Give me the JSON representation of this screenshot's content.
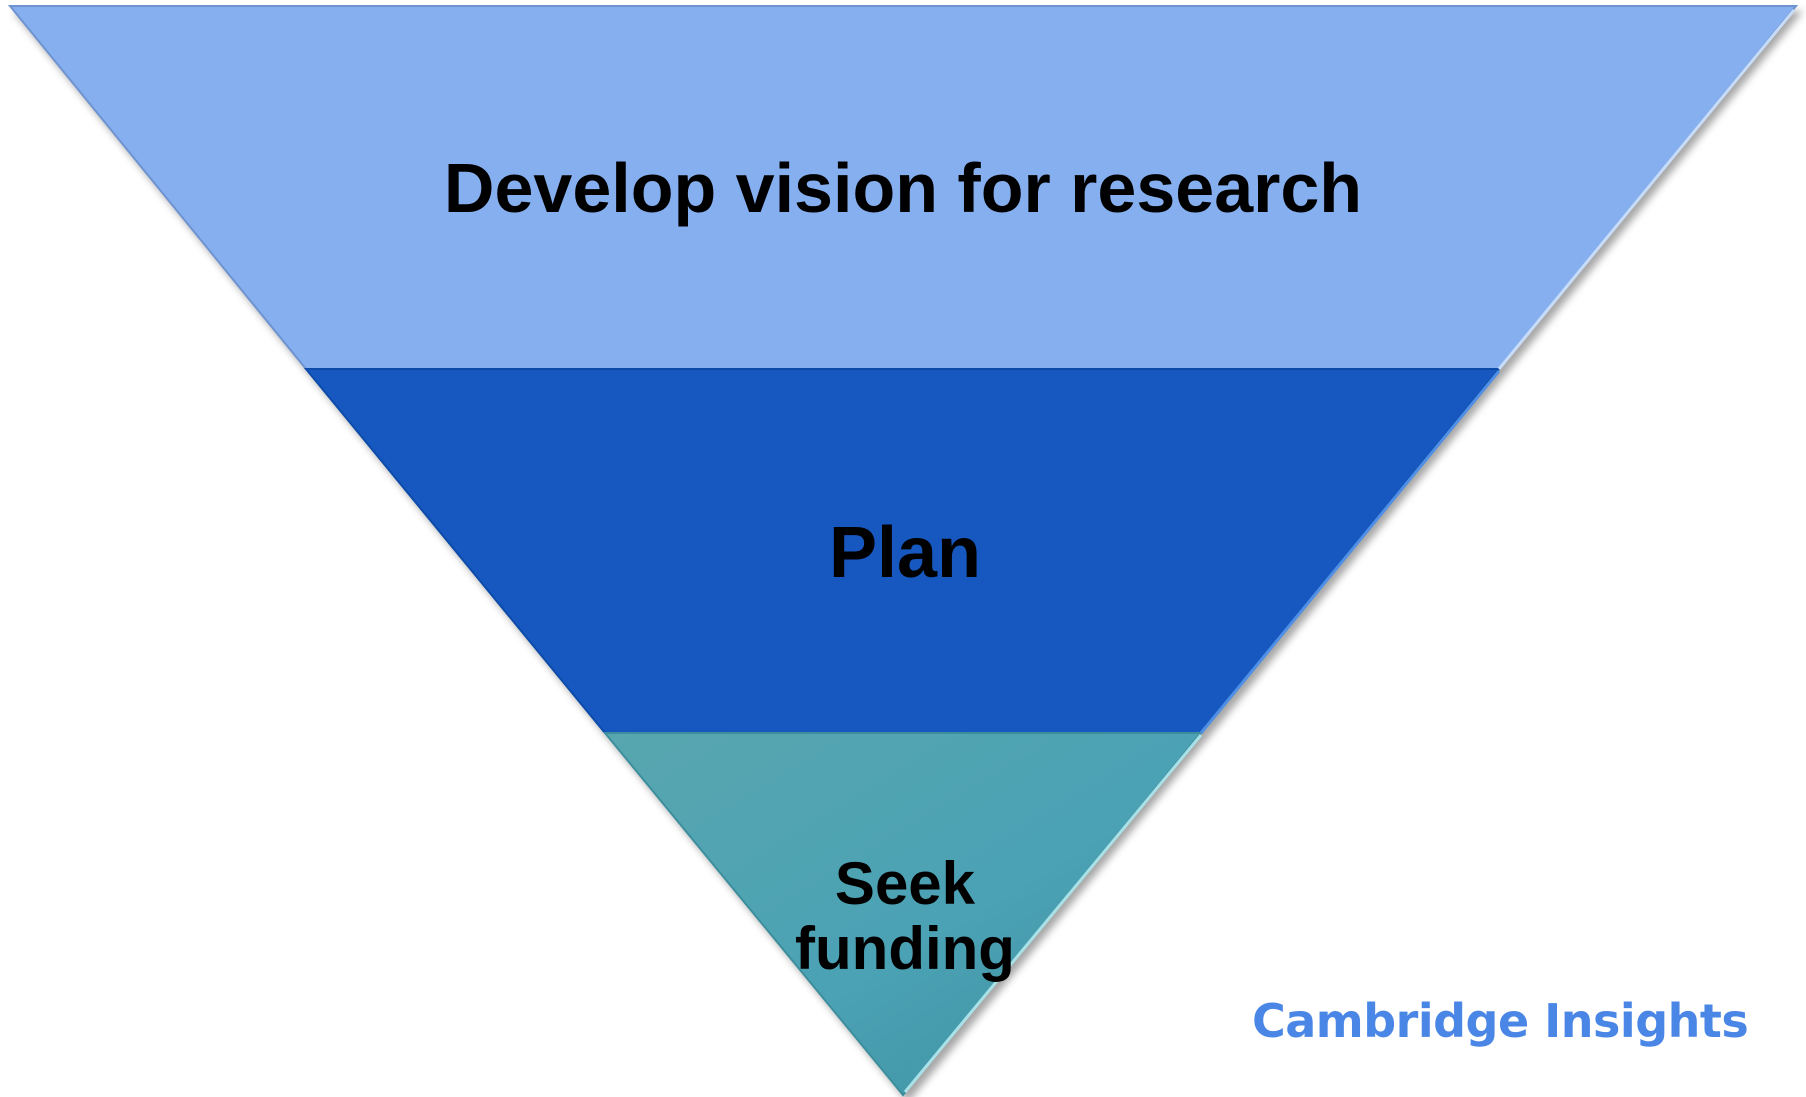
{
  "funnel": {
    "tiers": [
      {
        "id": "vision",
        "label_lines": [
          "Develop vision for research"
        ],
        "color": "#86AFEF"
      },
      {
        "id": "plan",
        "label_lines": [
          "Plan"
        ],
        "color": "#1459C0"
      },
      {
        "id": "funding",
        "label_lines": [
          "Seek",
          "funding"
        ],
        "color": "#4BA2B2"
      }
    ]
  },
  "branding": {
    "text": "Cambridge Insights",
    "color": "#4A86E5"
  }
}
